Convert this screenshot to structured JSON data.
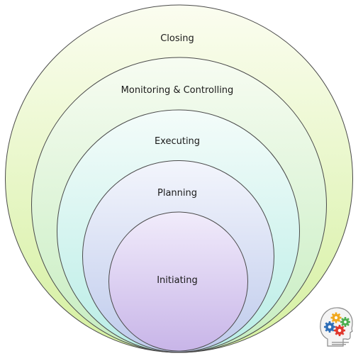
{
  "diagram": {
    "stages": [
      {
        "label": "Closing",
        "color_top": "#fbfdf0",
        "color_bottom": "#d5f0a0"
      },
      {
        "label": "Monitoring & Controlling",
        "color_top": "#f7fcf2",
        "color_bottom": "#c6edc0"
      },
      {
        "label": "Executing",
        "color_top": "#f4fcfa",
        "color_bottom": "#b9ede6"
      },
      {
        "label": "Planning",
        "color_top": "#f3f5fc",
        "color_bottom": "#bfcbec"
      },
      {
        "label": "Initiating",
        "color_top": "#f1ecfb",
        "color_bottom": "#c8b5e8"
      }
    ],
    "outline_color": "#4a4a4a"
  },
  "logo": {
    "icon": "head-with-gears-icon",
    "gear_colors": [
      "#2f6fb8",
      "#e0392e",
      "#f0a820",
      "#4caf50"
    ]
  }
}
